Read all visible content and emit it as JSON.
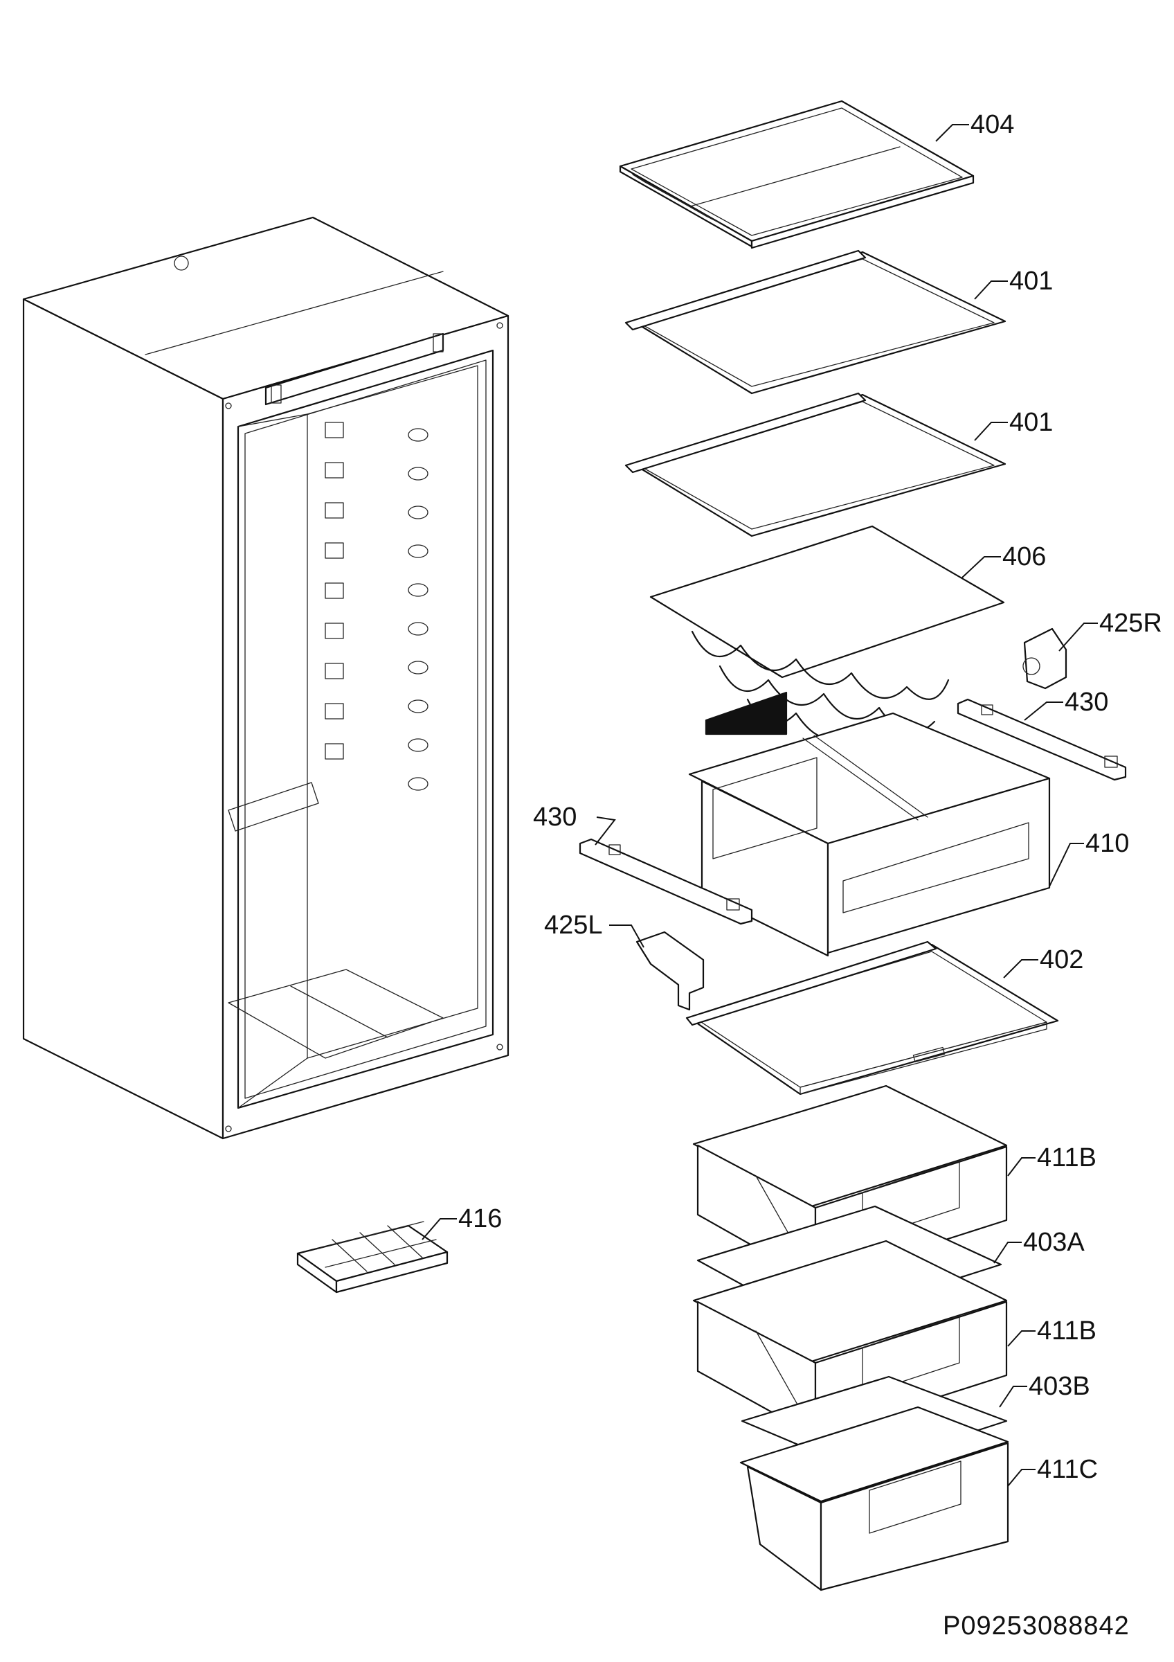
{
  "diagram": {
    "labels": {
      "l404": "404",
      "l401a": "401",
      "l401b": "401",
      "l406": "406",
      "l425R": "425R",
      "l430r": "430",
      "l430l": "430",
      "l410": "410",
      "l425L": "425L",
      "l402": "402",
      "l411B1": "411B",
      "l403A": "403A",
      "l411B2": "411B",
      "l403B": "403B",
      "l411C": "411C",
      "l416": "416"
    },
    "part_code": "P09253088842"
  }
}
